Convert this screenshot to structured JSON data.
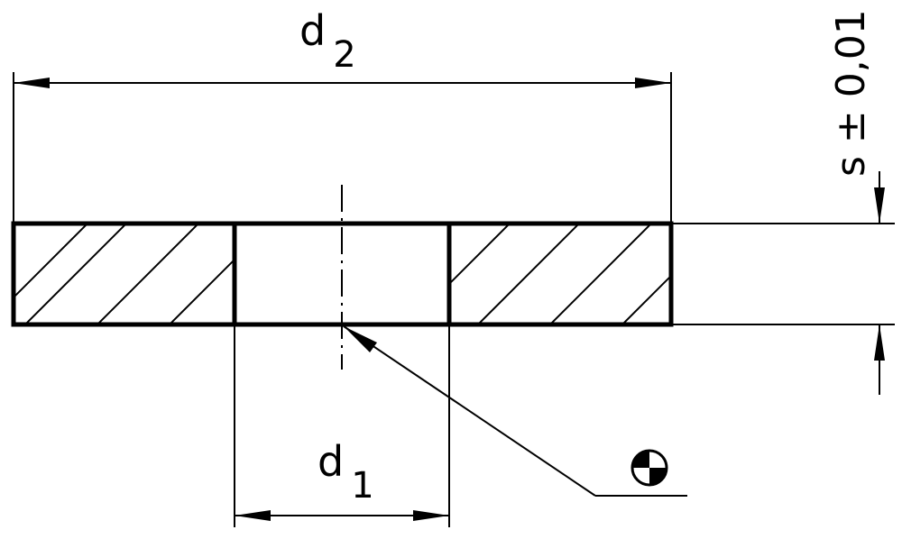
{
  "dimensions": {
    "outer_diameter": {
      "symbol": "d",
      "subscript": "2"
    },
    "inner_diameter": {
      "symbol": "d",
      "subscript": "1"
    },
    "thickness": {
      "label": "s ± 0,01"
    }
  },
  "callout": {
    "icon": "center-of-mass-icon"
  },
  "colors": {
    "line": "#000000",
    "background": "#ffffff"
  }
}
